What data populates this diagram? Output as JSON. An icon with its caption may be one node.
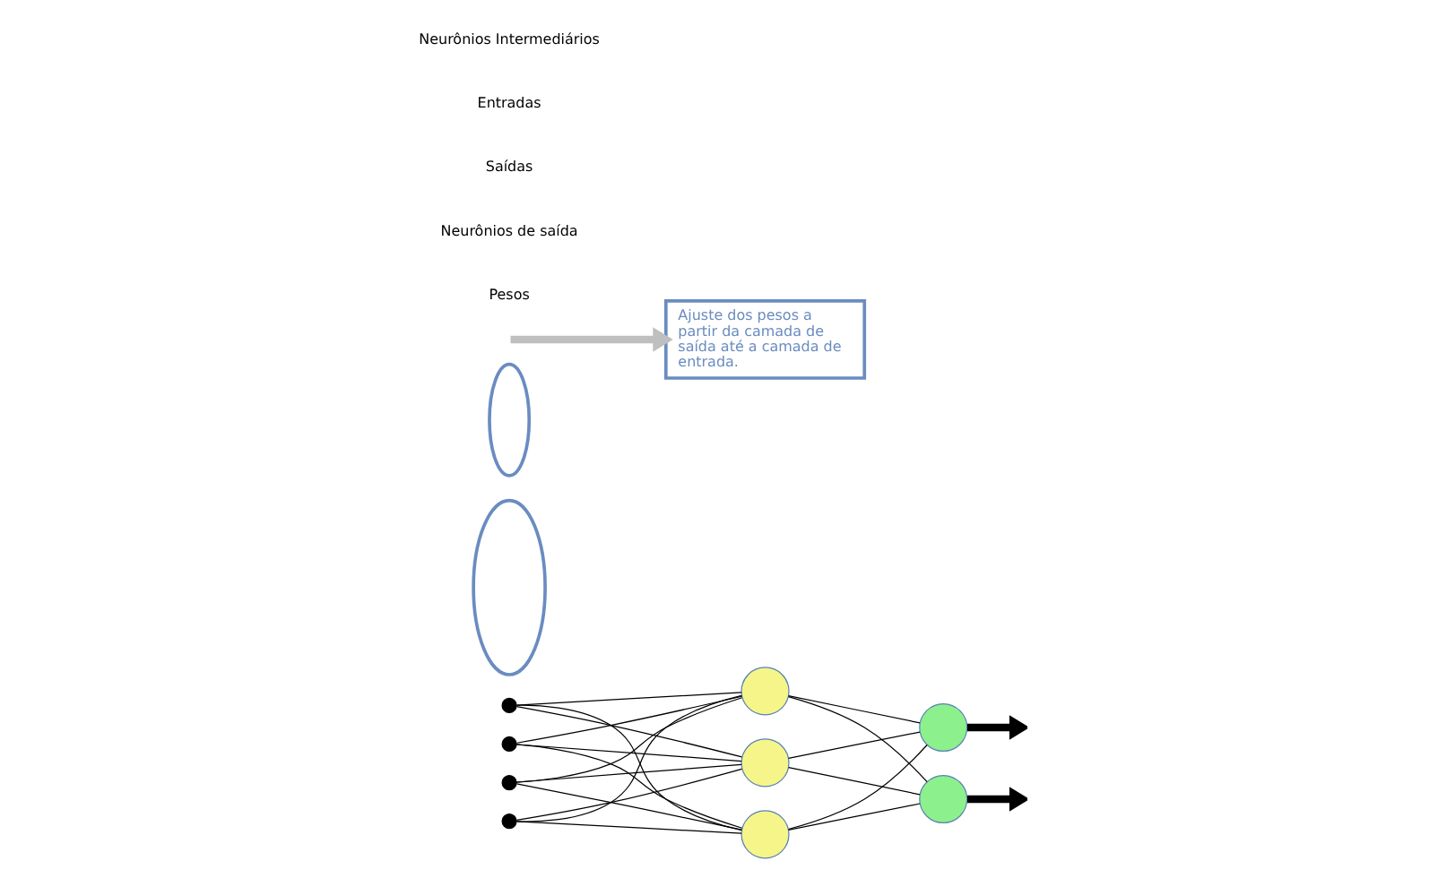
{
  "diagram": {
    "nodes": [
      {
        "text": [],
        "shape": "circle"
      },
      {
        "text": [],
        "shape": "circle"
      },
      {
        "text": [],
        "shape": "circle"
      },
      {
        "text": [],
        "shape": "circle"
      },
      {
        "text": [],
        "shape": "circle"
      },
      {
        "text": [],
        "shape": "circle"
      },
      {
        "text": [],
        "shape": "circle"
      },
      {
        "text": [],
        "shape": "circle"
      },
      {
        "text": [],
        "shape": "circle"
      },
      {
        "text": [],
        "shape": "ellipse"
      },
      {
        "text": [],
        "shape": "ellipse"
      },
      {
        "text": [
          "Ajuste dos pesos a partir da camada de saída até a camada de entrada."
        ]
      }
    ],
    "edges": [
      {
        "from": 0,
        "to": 4,
        "arrow": "none"
      },
      {
        "from": 0,
        "to": 5,
        "arrow": "none"
      },
      {
        "from": 0,
        "to": 6,
        "arrow": "none"
      },
      {
        "from": 1,
        "to": 4,
        "arrow": "none"
      },
      {
        "from": 1,
        "to": 5,
        "arrow": "none"
      },
      {
        "from": 1,
        "to": 6,
        "arrow": "none"
      },
      {
        "from": 2,
        "to": 4,
        "arrow": "none"
      },
      {
        "from": 2,
        "to": 5,
        "arrow": "none"
      },
      {
        "from": 2,
        "to": 6,
        "arrow": "none"
      },
      {
        "from": 3,
        "to": 4,
        "arrow": "none"
      },
      {
        "from": 3,
        "to": 5,
        "arrow": "none"
      },
      {
        "from": 3,
        "to": 6,
        "arrow": "none"
      },
      {
        "from": 4,
        "to": 7,
        "arrow": "none"
      },
      {
        "from": 4,
        "to": 8,
        "arrow": "none"
      },
      {
        "from": 5,
        "to": 7,
        "arrow": "none"
      },
      {
        "from": 5,
        "to": 8,
        "arrow": "none"
      },
      {
        "from": 6,
        "to": 7,
        "arrow": "none"
      },
      {
        "from": 6,
        "to": 8,
        "arrow": "none"
      },
      {
        "from": 7,
        "to": null,
        "arrow": "to",
        "style": "thick"
      },
      {
        "from": 8,
        "to": null,
        "arrow": "to",
        "style": "thick"
      },
      {
        "from": null,
        "to": 11,
        "arrow": "to",
        "style": "thick",
        "color": "#bfbfbf"
      }
    ],
    "labels": [
      "Pesos",
      "Neurônios de saída",
      "Saídas",
      "Entradas",
      "Neurônios Intermediários"
    ]
  }
}
